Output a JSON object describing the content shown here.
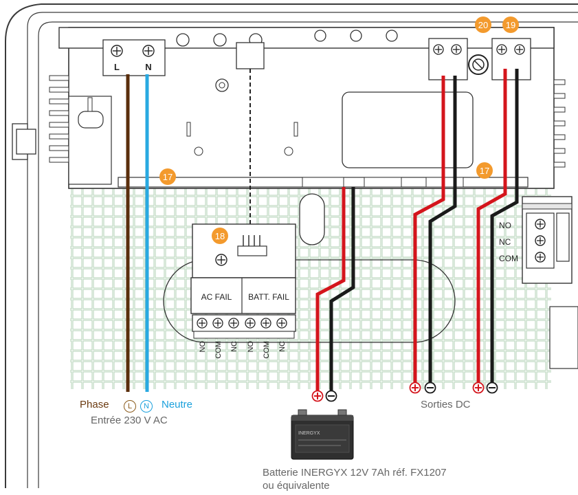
{
  "badges": {
    "b17a": "17",
    "b17b": "17",
    "b18": "18",
    "b19": "19",
    "b20": "20"
  },
  "mains_terminals": {
    "l": "L",
    "n": "N"
  },
  "relay": {
    "ac_fail": "AC FAIL",
    "batt_fail": "BATT. FAIL",
    "pins": [
      "NO",
      "COM",
      "NC",
      "NO",
      "COM",
      "NC"
    ]
  },
  "right_relay": {
    "no": "NO",
    "nc": "NC",
    "com": "COM"
  },
  "wire_colors": {
    "brown": "#5a2e0c",
    "blue": "#29a9e1",
    "red": "#d4151c",
    "black": "#1a1a1a"
  },
  "labels": {
    "phase": "Phase",
    "phase_symbol": "L",
    "neutre": "Neutre",
    "neutre_symbol": "N",
    "entree": "Entrée 230 V AC",
    "sorties": "Sorties DC",
    "battery_line1": "Batterie INERGYX 12V 7Ah réf. FX1207",
    "battery_line2": "ou équivalente",
    "battery_brand": "INERGYX"
  }
}
